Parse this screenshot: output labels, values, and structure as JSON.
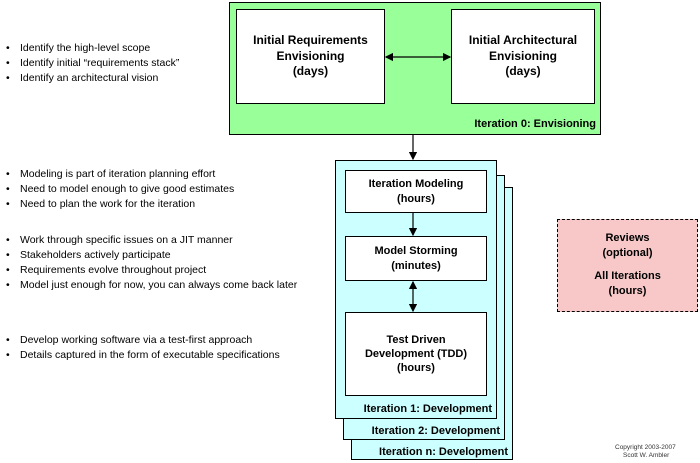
{
  "iteration0": {
    "label": "Iteration 0: Envisioning",
    "requirements_box": "Initial Requirements\nEnvisioning\n(days)",
    "architecture_box": "Initial Architectural\nEnvisioning\n(days)"
  },
  "development": {
    "labels": [
      "Iteration 1: Development",
      "Iteration 2: Development",
      "Iteration n: Development"
    ],
    "modeling_box": "Iteration Modeling\n(hours)",
    "storming_box": "Model Storming\n(minutes)",
    "tdd_box": "Test Driven\nDevelopment (TDD)\n(hours)"
  },
  "reviews": {
    "line1": "Reviews\n(optional)",
    "line2": "All Iterations\n(hours)"
  },
  "bullets": {
    "group1": [
      "Identify the high-level scope",
      "Identify initial “requirements stack”",
      "Identify an architectural vision"
    ],
    "group2": [
      "Modeling is part of iteration planning effort",
      "Need to model enough to give good estimates",
      "Need to plan the work for the iteration"
    ],
    "group3": [
      "Work through specific issues on a JIT manner",
      "Stakeholders actively participate",
      "Requirements evolve throughout project",
      "Model just enough for now, you can always come back later"
    ],
    "group4": [
      "Develop working software via a test-first approach",
      "Details captured in the form of executable specifications"
    ]
  },
  "copyright": {
    "line1": "Copyright 2003-2007",
    "line2": "Scott W. Ambler"
  },
  "colors": {
    "iteration0_bg": "#99ff99",
    "development_bg": "#ccffff",
    "reviews_bg": "#f8c8c8"
  }
}
